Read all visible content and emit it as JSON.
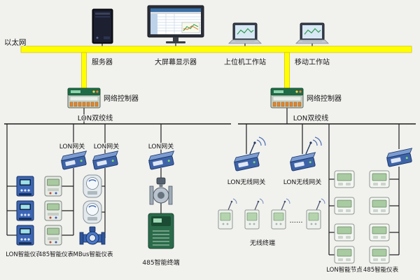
{
  "colors": {
    "background": "#f1f1ee",
    "ethernet_yellow": "#ffff00",
    "connector_line": "#1f1f1f",
    "gateway_blue": "#3f63a8",
    "controller_green": "#1e6b46",
    "inverter_green": "#2a6b4a"
  },
  "ethernet": {
    "label": "以太网"
  },
  "top_devices": {
    "server": "服务器",
    "big_screen": "大屏幕显示器",
    "host_workstation": "上位机工作站",
    "mobile_workstation": "移动工作站"
  },
  "controllers": {
    "left": "网络控制器",
    "right": "网络控制器"
  },
  "lon_bus": {
    "left": "LON双绞线",
    "right": "LON双绞线"
  },
  "gateways": {
    "gw1": "LON网关",
    "gw2": "LON网关",
    "gw3": "LON网关",
    "wgw1": "LON无线网关",
    "wgw2": "LON无线网关"
  },
  "groups": {
    "lon_meters": "LON智能仪表",
    "rs485_meters": "485智能仪表",
    "mbus_meters": "MBus智能仪表",
    "rs485_terminal": "485智能终端",
    "wireless_terminals": "无线终端",
    "ellipsis": "......",
    "lon_nodes": "LON智能节点",
    "rs485_meters_right": "485智能仪表"
  }
}
